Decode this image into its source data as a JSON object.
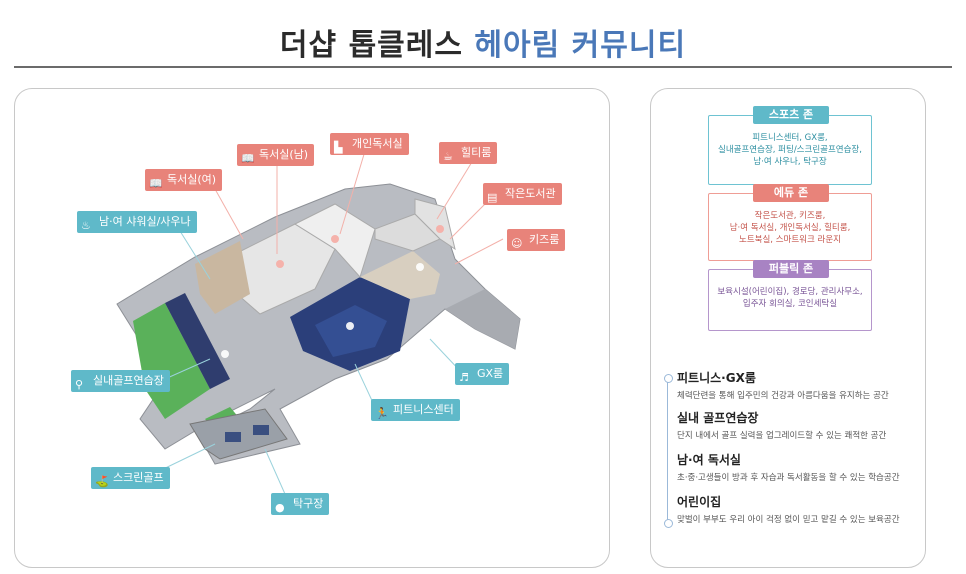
{
  "title": {
    "prefix": "더샵 톱클레스",
    "highlight": "헤아림 커뮤니티"
  },
  "map_labels": [
    {
      "id": "reading-female",
      "text": "독서실(여)",
      "color": "red",
      "icon": "book-icon"
    },
    {
      "id": "reading-male",
      "text": "독서실(남)",
      "color": "red",
      "icon": "book-icon"
    },
    {
      "id": "private-reading",
      "text": "개인독서실",
      "color": "red",
      "icon": "desk-icon"
    },
    {
      "id": "healing-room",
      "text": "힐티룸",
      "color": "red",
      "icon": "tea-icon"
    },
    {
      "id": "small-library",
      "text": "작은도서관",
      "color": "red",
      "icon": "books-icon"
    },
    {
      "id": "kids-room",
      "text": "키즈룸",
      "color": "red",
      "icon": "kids-icon"
    },
    {
      "id": "shower-sauna",
      "text": "남·여 샤워실/사우나",
      "color": "teal",
      "icon": "shower-icon"
    },
    {
      "id": "golf-practice",
      "text": "실내골프연습장",
      "color": "teal",
      "icon": "pin-icon"
    },
    {
      "id": "screen-golf",
      "text": "스크린골프",
      "color": "teal",
      "icon": "golfer-icon"
    },
    {
      "id": "table-tennis",
      "text": "탁구장",
      "color": "teal",
      "icon": "pingpong-icon"
    },
    {
      "id": "gx-room",
      "text": "GX룸",
      "color": "teal",
      "icon": "gx-icon"
    },
    {
      "id": "fitness",
      "text": "피트니스센터",
      "color": "teal",
      "icon": "run-icon"
    }
  ],
  "zones": [
    {
      "title": "스포츠 존",
      "items": "피트니스센터, GX룸,\n실내골프연습장, 퍼팅/스크린골프연습장,\n남·여 사우나, 탁구장",
      "color": "#5fb9c9",
      "border": "#6ec3d2",
      "text": "#2c8ea0"
    },
    {
      "title": "에듀 존",
      "items": "작은도서관, 키즈룸,\n남·여 독서실, 개인독서실, 힐티룸,\n노트북실, 스마트워크 라운지",
      "color": "#e8837a",
      "border": "#ef9d95",
      "text": "#c4544b"
    },
    {
      "title": "퍼블릭 존",
      "items": "보육시설(어린이집), 경로당, 관리사무소,\n입주자 회의실, 코인세탁실",
      "color": "#a883c3",
      "border": "#b596cc",
      "text": "#7a5697"
    }
  ],
  "descriptions": [
    {
      "heading": "피트니스·GX룸",
      "text": "체력단련을 통해 입주민의 건강과 아름다움을 유지하는 공간"
    },
    {
      "heading": "실내 골프연습장",
      "text": "단지 내에서 골프 실력을 업그레이드할 수 있는 쾌적한 공간"
    },
    {
      "heading": "남·여 독서실",
      "text": "초·중·고생들이 방과 후 자습과 독서활동을 할 수 있는 학습공간"
    },
    {
      "heading": "어린이집",
      "text": "맞벌이 부부도 우리 아이 걱정 없이 믿고 맡길 수 있는 보육공간"
    }
  ]
}
